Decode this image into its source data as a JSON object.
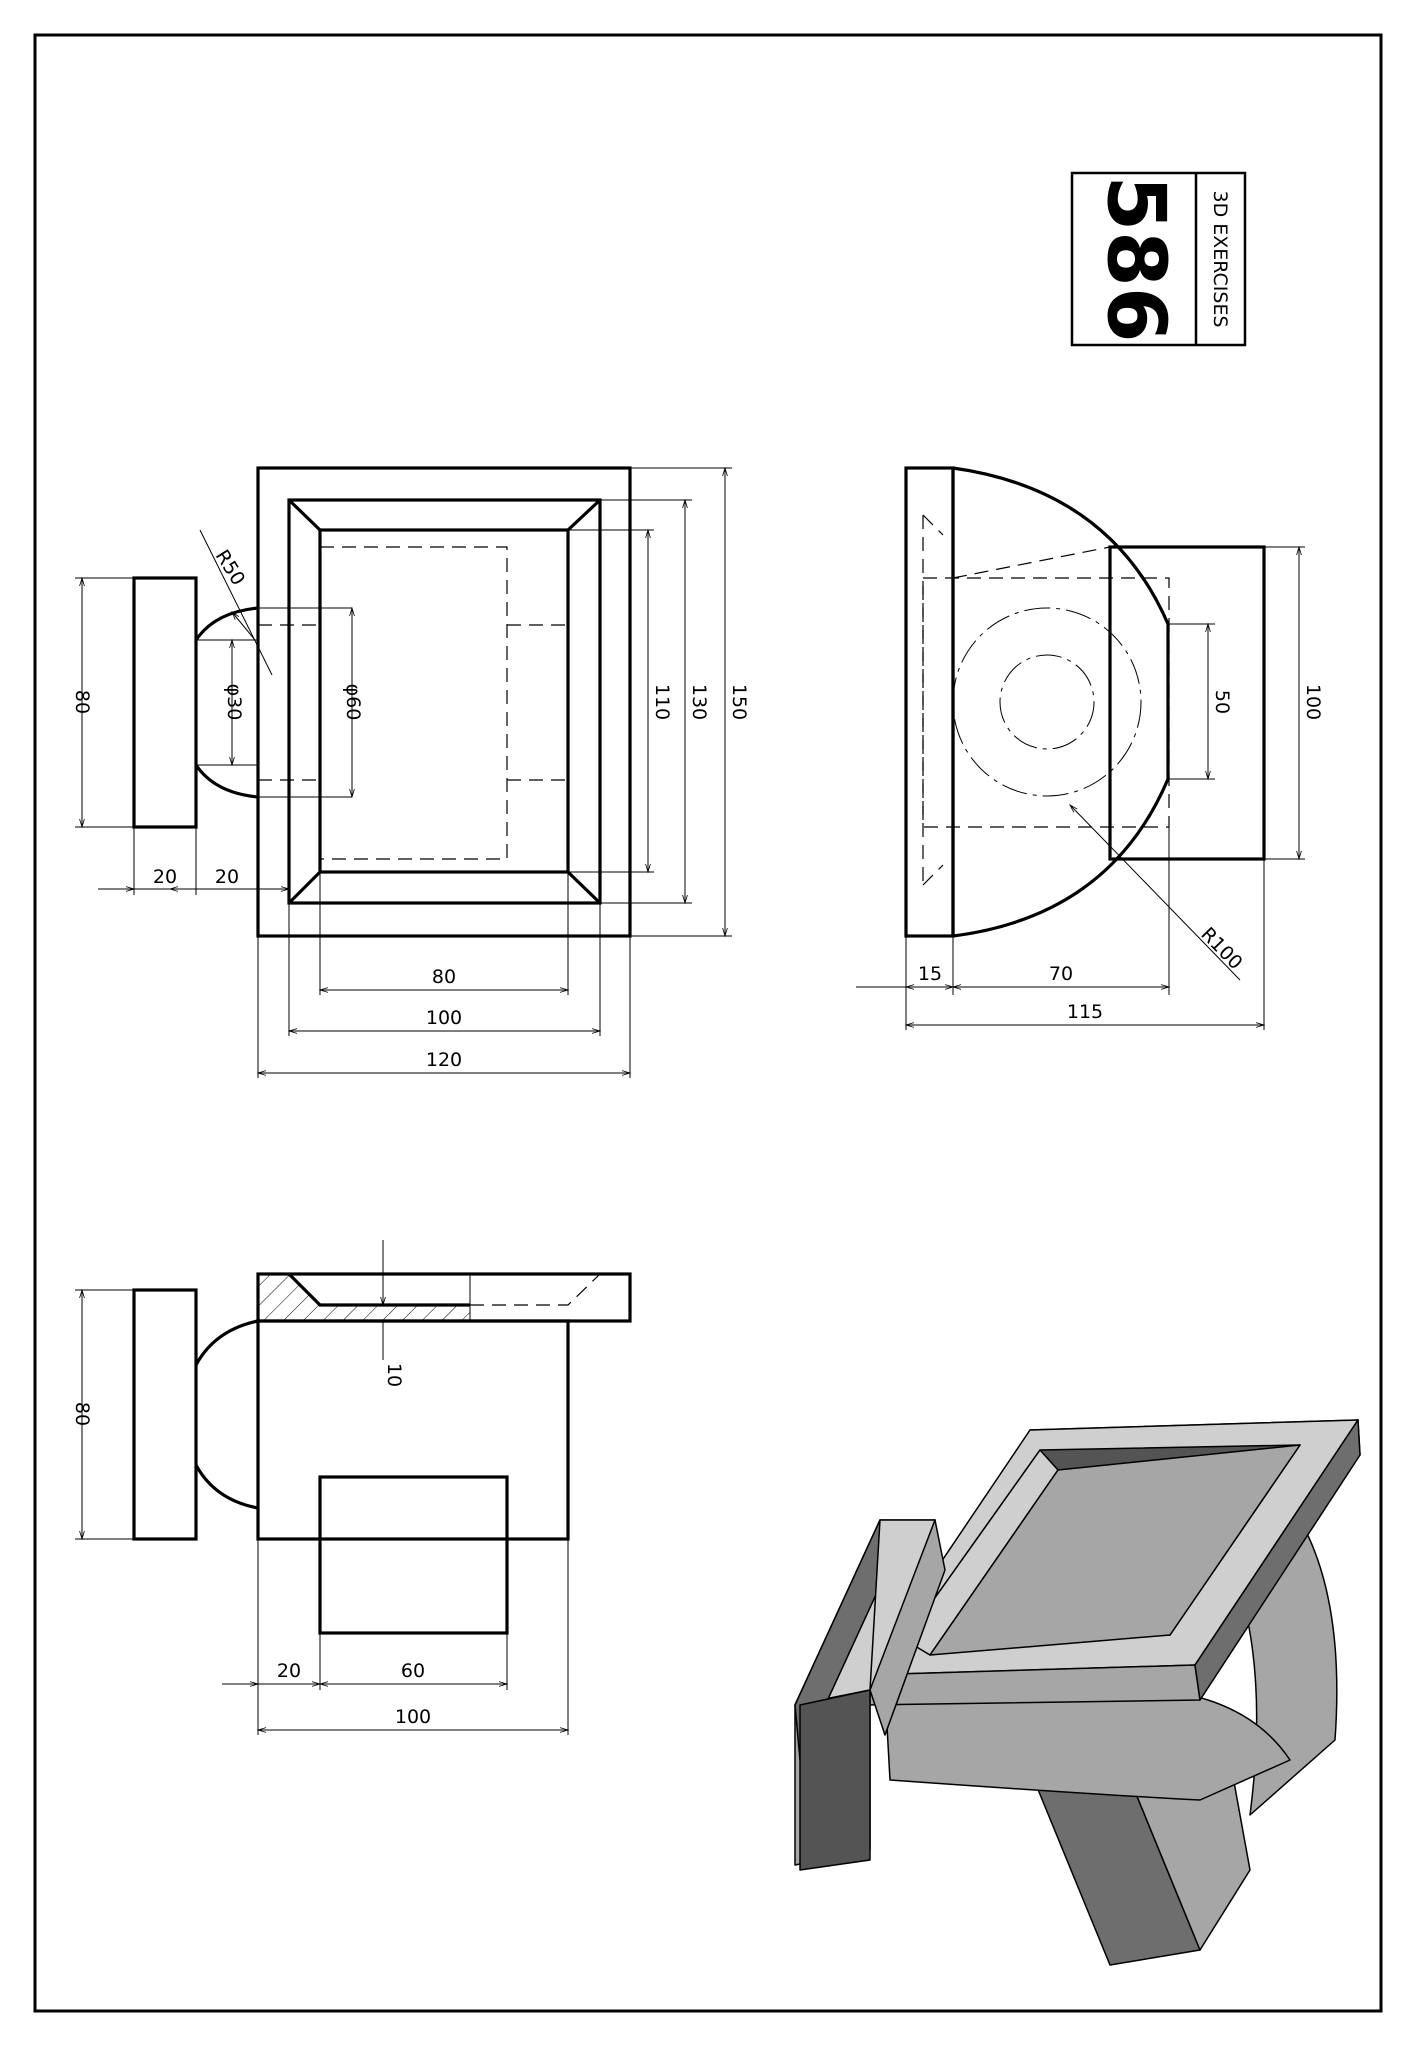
{
  "title_block": {
    "number": "586",
    "caption": "3D EXERCISES"
  },
  "front_view": {
    "dims": {
      "r50": "R50",
      "h80": "80",
      "d30": "φ30",
      "d60": "φ60",
      "h110": "110",
      "h130": "130",
      "h150": "150",
      "w20a": "20",
      "w20b": "20",
      "w80": "80",
      "w100": "100",
      "w120": "120"
    }
  },
  "side_view": {
    "dims": {
      "h50": "50",
      "h100": "100",
      "w15": "15",
      "w70": "70",
      "w115": "115",
      "r100": "R100"
    }
  },
  "section_view": {
    "dims": {
      "h80": "80",
      "t10": "10",
      "w20": "20",
      "w60": "60",
      "w100": "100"
    }
  },
  "iso_view": {
    "colors": {
      "light": "#cfcfcf",
      "mid": "#a6a6a6",
      "dark": "#6e6e6e",
      "darker": "#545454"
    }
  }
}
